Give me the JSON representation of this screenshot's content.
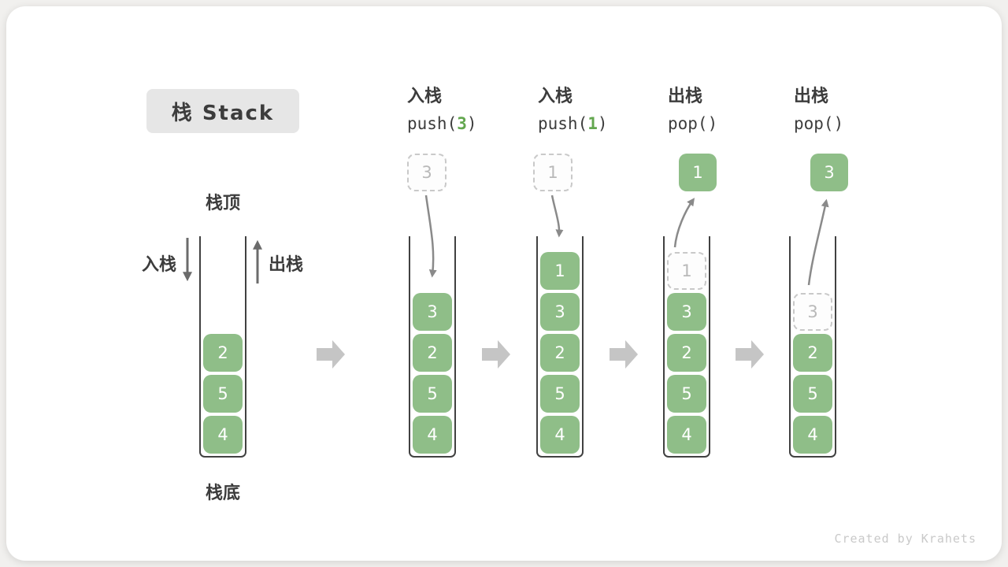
{
  "title": "栈 Stack",
  "watermark": "Created by Krahets",
  "labels": {
    "stack_top": "栈顶",
    "stack_bottom": "栈底",
    "push_side": "入栈",
    "pop_side": "出栈"
  },
  "operations": [
    {
      "label": "入栈",
      "code_prefix": "push(",
      "code_arg": "3",
      "code_suffix": ")"
    },
    {
      "label": "入栈",
      "code_prefix": "push(",
      "code_arg": "1",
      "code_suffix": ")"
    },
    {
      "label": "出栈",
      "code_prefix": "pop(",
      "code_arg": "",
      "code_suffix": ")"
    },
    {
      "label": "出栈",
      "code_prefix": "pop(",
      "code_arg": "",
      "code_suffix": ")"
    }
  ],
  "stacks": [
    {
      "name": "initial",
      "cells": [
        "2",
        "5",
        "4"
      ],
      "ghost": null,
      "floating": null
    },
    {
      "name": "after-push-3",
      "cells": [
        "3",
        "2",
        "5",
        "4"
      ],
      "ghost": null,
      "floating": {
        "value": "3",
        "style": "dashed"
      }
    },
    {
      "name": "after-push-1",
      "cells": [
        "1",
        "3",
        "2",
        "5",
        "4"
      ],
      "ghost": null,
      "floating": {
        "value": "1",
        "style": "dashed"
      }
    },
    {
      "name": "after-pop-1",
      "cells": [
        "3",
        "2",
        "5",
        "4"
      ],
      "ghost": {
        "value": "1",
        "row": 0
      },
      "floating": {
        "value": "1",
        "style": "solid"
      }
    },
    {
      "name": "after-pop-3",
      "cells": [
        "2",
        "5",
        "4"
      ],
      "ghost": {
        "value": "3",
        "row": 1
      },
      "floating": {
        "value": "3",
        "style": "solid"
      }
    }
  ],
  "colors": {
    "cell_green": "#8fbe88",
    "code_green": "#63a74f",
    "title_box_bg": "#e6e6e6",
    "ghost_border": "#c9c9c9",
    "ghost_text": "#b9b9b9",
    "curve_arrow_gray": "#8a8a8a",
    "block_arrow_gray": "#c5c5c5",
    "outline_dark": "#414141",
    "text_dark": "#3c3c3c",
    "watermark_gray": "#c9c9c9"
  }
}
